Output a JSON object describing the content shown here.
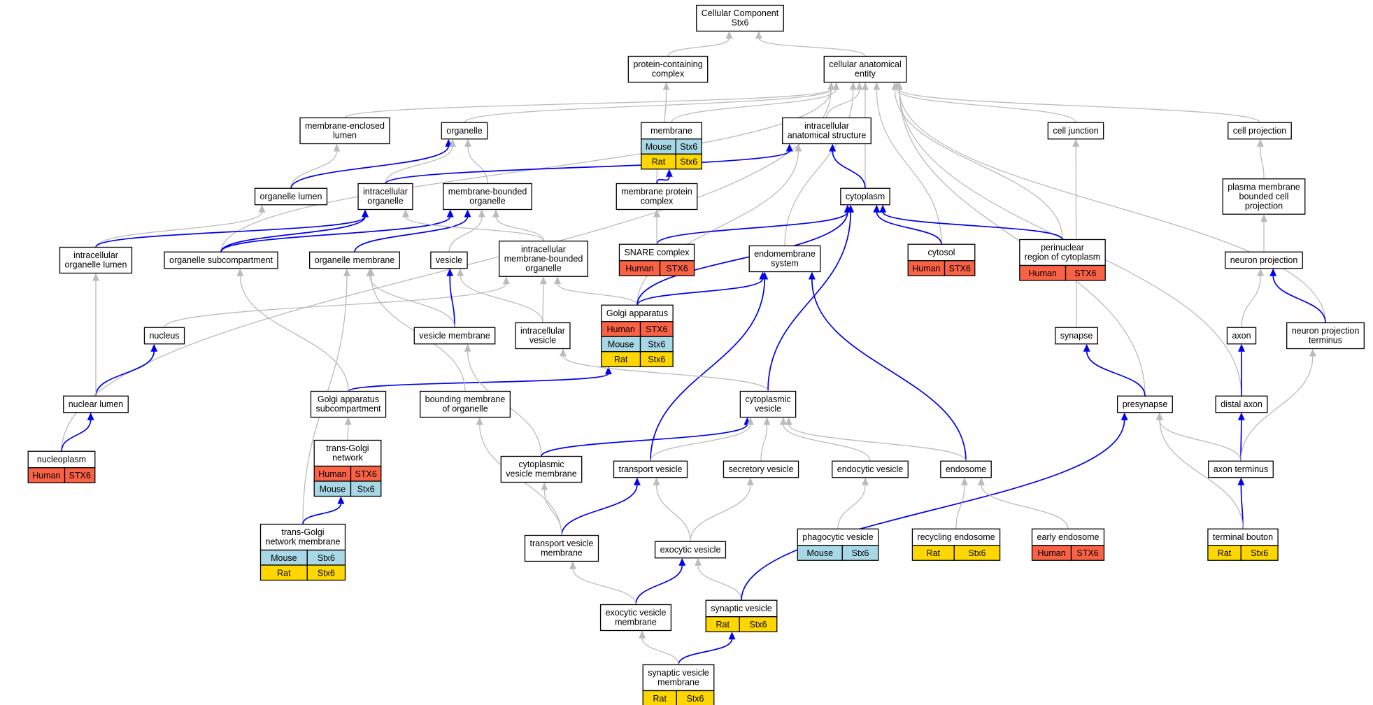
{
  "colors": {
    "gray_edge": "#bbbbbb",
    "blue_edge": "#0000ee",
    "Human": "#fa6246",
    "Mouse": "#a8d8e6",
    "Rat": "#ffd700"
  },
  "nodes": [
    {
      "id": "cc",
      "lines": [
        "Cellular Component",
        "Stx6"
      ]
    },
    {
      "id": "pcc",
      "lines": [
        "protein-containing",
        "complex"
      ]
    },
    {
      "id": "cae",
      "lines": [
        "cellular anatomical",
        "entity"
      ]
    },
    {
      "id": "mel",
      "lines": [
        "membrane-enclosed",
        "lumen"
      ]
    },
    {
      "id": "org",
      "lines": [
        "organelle"
      ]
    },
    {
      "id": "mem",
      "lines": [
        "membrane"
      ],
      "species": [
        [
          "Mouse",
          "Stx6"
        ],
        [
          "Rat",
          "Stx6"
        ]
      ]
    },
    {
      "id": "ias",
      "lines": [
        "intracellular",
        "anatomical structure"
      ]
    },
    {
      "id": "cj",
      "lines": [
        "cell junction"
      ]
    },
    {
      "id": "cp",
      "lines": [
        "cell projection"
      ]
    },
    {
      "id": "ol",
      "lines": [
        "organelle lumen"
      ]
    },
    {
      "id": "io",
      "lines": [
        "intracellular",
        "organelle"
      ]
    },
    {
      "id": "mbo",
      "lines": [
        "membrane-bounded",
        "organelle"
      ]
    },
    {
      "id": "mpc",
      "lines": [
        "membrane protein",
        "complex"
      ]
    },
    {
      "id": "cyt",
      "lines": [
        "cytoplasm"
      ]
    },
    {
      "id": "pmbcp",
      "lines": [
        "plasma membrane",
        "bounded cell",
        "projection"
      ]
    },
    {
      "id": "iol",
      "lines": [
        "intracellular",
        "organelle lumen"
      ]
    },
    {
      "id": "osc",
      "lines": [
        "organelle subcompartment"
      ]
    },
    {
      "id": "om",
      "lines": [
        "organelle membrane"
      ]
    },
    {
      "id": "ves",
      "lines": [
        "vesicle"
      ]
    },
    {
      "id": "imbo",
      "lines": [
        "intracellular",
        "membrane-bounded",
        "organelle"
      ]
    },
    {
      "id": "snare",
      "lines": [
        "SNARE complex"
      ],
      "species": [
        [
          "Human",
          "STX6"
        ]
      ]
    },
    {
      "id": "ems",
      "lines": [
        "endomembrane",
        "system"
      ]
    },
    {
      "id": "cytosol",
      "lines": [
        "cytosol"
      ],
      "species": [
        [
          "Human",
          "STX6"
        ]
      ]
    },
    {
      "id": "prc",
      "lines": [
        "perinuclear",
        "region of cytoplasm"
      ],
      "species": [
        [
          "Human",
          "STX6"
        ]
      ]
    },
    {
      "id": "np",
      "lines": [
        "neuron projection"
      ]
    },
    {
      "id": "nuc",
      "lines": [
        "nucleus"
      ]
    },
    {
      "id": "vm",
      "lines": [
        "vesicle membrane"
      ]
    },
    {
      "id": "iv",
      "lines": [
        "intracellular",
        "vesicle"
      ]
    },
    {
      "id": "golgi",
      "lines": [
        "Golgi apparatus"
      ],
      "species": [
        [
          "Human",
          "STX6"
        ],
        [
          "Mouse",
          "Stx6"
        ],
        [
          "Rat",
          "Stx6"
        ]
      ]
    },
    {
      "id": "syn",
      "lines": [
        "synapse"
      ]
    },
    {
      "id": "axon",
      "lines": [
        "axon"
      ]
    },
    {
      "id": "npt",
      "lines": [
        "neuron projection",
        "terminus"
      ]
    },
    {
      "id": "nl",
      "lines": [
        "nuclear lumen"
      ]
    },
    {
      "id": "gasc",
      "lines": [
        "Golgi apparatus",
        "subcompartment"
      ]
    },
    {
      "id": "bmo",
      "lines": [
        "bounding membrane",
        "of organelle"
      ]
    },
    {
      "id": "cv",
      "lines": [
        "cytoplasmic",
        "vesicle"
      ]
    },
    {
      "id": "pre",
      "lines": [
        "presynapse"
      ]
    },
    {
      "id": "da",
      "lines": [
        "distal axon"
      ]
    },
    {
      "id": "nucpl",
      "lines": [
        "nucleoplasm"
      ],
      "species": [
        [
          "Human",
          "STX6"
        ]
      ]
    },
    {
      "id": "tgn",
      "lines": [
        "trans-Golgi",
        "network"
      ],
      "species": [
        [
          "Human",
          "STX6"
        ],
        [
          "Mouse",
          "Stx6"
        ]
      ]
    },
    {
      "id": "cvm",
      "lines": [
        "cytoplasmic",
        "vesicle membrane"
      ]
    },
    {
      "id": "tv",
      "lines": [
        "transport vesicle"
      ]
    },
    {
      "id": "sv",
      "lines": [
        "secretory vesicle"
      ]
    },
    {
      "id": "ev",
      "lines": [
        "endocytic vesicle"
      ]
    },
    {
      "id": "endo",
      "lines": [
        "endosome"
      ]
    },
    {
      "id": "at",
      "lines": [
        "axon terminus"
      ]
    },
    {
      "id": "tgnm",
      "lines": [
        "trans-Golgi",
        "network membrane"
      ],
      "species": [
        [
          "Mouse",
          "Stx6"
        ],
        [
          "Rat",
          "Stx6"
        ]
      ]
    },
    {
      "id": "tvm",
      "lines": [
        "transport vesicle",
        "membrane"
      ]
    },
    {
      "id": "exv",
      "lines": [
        "exocytic vesicle"
      ]
    },
    {
      "id": "pv",
      "lines": [
        "phagocytic vesicle"
      ],
      "species": [
        [
          "Mouse",
          "Stx6"
        ]
      ]
    },
    {
      "id": "re",
      "lines": [
        "recycling endosome"
      ],
      "species": [
        [
          "Rat",
          "Stx6"
        ]
      ]
    },
    {
      "id": "ee",
      "lines": [
        "early endosome"
      ],
      "species": [
        [
          "Human",
          "STX6"
        ]
      ]
    },
    {
      "id": "tb",
      "lines": [
        "terminal bouton"
      ],
      "species": [
        [
          "Rat",
          "Stx6"
        ]
      ]
    },
    {
      "id": "evm",
      "lines": [
        "exocytic vesicle",
        "membrane"
      ]
    },
    {
      "id": "synv",
      "lines": [
        "synaptic vesicle"
      ],
      "species": [
        [
          "Rat",
          "Stx6"
        ]
      ]
    },
    {
      "id": "svm",
      "lines": [
        "synaptic vesicle",
        "membrane"
      ],
      "species": [
        [
          "Rat",
          "Stx6"
        ]
      ]
    }
  ],
  "edges": [
    {
      "from": "pcc",
      "to": "cc",
      "kind": "gray"
    },
    {
      "from": "cae",
      "to": "cc",
      "kind": "gray"
    },
    {
      "from": "mel",
      "to": "cae",
      "kind": "gray"
    },
    {
      "from": "mem",
      "to": "cae",
      "kind": "gray"
    },
    {
      "from": "ias",
      "to": "cae",
      "kind": "gray"
    },
    {
      "from": "cj",
      "to": "cae",
      "kind": "gray"
    },
    {
      "from": "cp",
      "to": "cae",
      "kind": "gray"
    },
    {
      "from": "org",
      "to": "cae",
      "kind": "gray"
    },
    {
      "from": "cyt",
      "to": "cae",
      "kind": "gray"
    },
    {
      "from": "cytosol",
      "to": "cae",
      "kind": "gray"
    },
    {
      "from": "prc",
      "to": "cae",
      "kind": "gray"
    },
    {
      "from": "ems",
      "to": "cae",
      "kind": "gray"
    },
    {
      "from": "osc",
      "to": "cae",
      "kind": "gray"
    },
    {
      "from": "nucpl",
      "to": "cae",
      "kind": "gray"
    },
    {
      "from": "pre",
      "to": "cae",
      "kind": "gray"
    },
    {
      "from": "da",
      "to": "cae",
      "kind": "gray"
    },
    {
      "from": "npt",
      "to": "cae",
      "kind": "gray"
    },
    {
      "from": "mpc",
      "to": "pcc",
      "kind": "gray"
    },
    {
      "from": "ol",
      "to": "mel",
      "kind": "gray"
    },
    {
      "from": "ol",
      "to": "org",
      "kind": "blue"
    },
    {
      "from": "io",
      "to": "org",
      "kind": "gray"
    },
    {
      "from": "mbo",
      "to": "org",
      "kind": "gray"
    },
    {
      "from": "io",
      "to": "ias",
      "kind": "blue"
    },
    {
      "from": "golgi",
      "to": "ias",
      "kind": "gray"
    },
    {
      "from": "mpc",
      "to": "mem",
      "kind": "blue"
    },
    {
      "from": "cyt",
      "to": "ias",
      "kind": "blue"
    },
    {
      "from": "cytosol",
      "to": "cyt",
      "kind": "blue"
    },
    {
      "from": "prc",
      "to": "cyt",
      "kind": "blue"
    },
    {
      "from": "snare",
      "to": "cyt",
      "kind": "blue"
    },
    {
      "from": "golgi",
      "to": "cyt",
      "kind": "blue"
    },
    {
      "from": "cv",
      "to": "cyt",
      "kind": "blue"
    },
    {
      "from": "snare",
      "to": "mpc",
      "kind": "gray"
    },
    {
      "from": "pmbcp",
      "to": "cp",
      "kind": "gray"
    },
    {
      "from": "np",
      "to": "pmbcp",
      "kind": "gray"
    },
    {
      "from": "iol",
      "to": "ol",
      "kind": "gray"
    },
    {
      "from": "iol",
      "to": "io",
      "kind": "blue"
    },
    {
      "from": "osc",
      "to": "io",
      "kind": "blue"
    },
    {
      "from": "osc",
      "to": "mbo",
      "kind": "blue"
    },
    {
      "from": "om",
      "to": "mbo",
      "kind": "blue"
    },
    {
      "from": "ves",
      "to": "mbo",
      "kind": "gray"
    },
    {
      "from": "imbo",
      "to": "mbo",
      "kind": "gray"
    },
    {
      "from": "imbo",
      "to": "io",
      "kind": "gray"
    },
    {
      "from": "nuc",
      "to": "imbo",
      "kind": "gray"
    },
    {
      "from": "golgi",
      "to": "imbo",
      "kind": "gray"
    },
    {
      "from": "iv",
      "to": "imbo",
      "kind": "gray"
    },
    {
      "from": "iv",
      "to": "ves",
      "kind": "gray"
    },
    {
      "from": "vm",
      "to": "ves",
      "kind": "blue"
    },
    {
      "from": "vm",
      "to": "om",
      "kind": "gray"
    },
    {
      "from": "golgi",
      "to": "ems",
      "kind": "blue"
    },
    {
      "from": "tv",
      "to": "ems",
      "kind": "blue"
    },
    {
      "from": "endo",
      "to": "ems",
      "kind": "blue"
    },
    {
      "from": "nl",
      "to": "nuc",
      "kind": "blue"
    },
    {
      "from": "nl",
      "to": "iol",
      "kind": "gray"
    },
    {
      "from": "nucpl",
      "to": "nl",
      "kind": "blue"
    },
    {
      "from": "gasc",
      "to": "golgi",
      "kind": "blue"
    },
    {
      "from": "gasc",
      "to": "osc",
      "kind": "gray"
    },
    {
      "from": "bmo",
      "to": "om",
      "kind": "gray"
    },
    {
      "from": "tgnm",
      "to": "om",
      "kind": "gray"
    },
    {
      "from": "tgn",
      "to": "gasc",
      "kind": "gray"
    },
    {
      "from": "tgnm",
      "to": "tgn",
      "kind": "blue"
    },
    {
      "from": "cv",
      "to": "iv",
      "kind": "gray"
    },
    {
      "from": "cvm",
      "to": "vm",
      "kind": "gray"
    },
    {
      "from": "cvm",
      "to": "cv",
      "kind": "blue"
    },
    {
      "from": "tv",
      "to": "cv",
      "kind": "gray"
    },
    {
      "from": "sv",
      "to": "cv",
      "kind": "gray"
    },
    {
      "from": "ev",
      "to": "cv",
      "kind": "gray"
    },
    {
      "from": "endo",
      "to": "cv",
      "kind": "gray"
    },
    {
      "from": "tvm",
      "to": "tv",
      "kind": "blue"
    },
    {
      "from": "tvm",
      "to": "cvm",
      "kind": "gray"
    },
    {
      "from": "tvm",
      "to": "bmo",
      "kind": "gray"
    },
    {
      "from": "exv",
      "to": "tv",
      "kind": "gray"
    },
    {
      "from": "exv",
      "to": "sv",
      "kind": "gray"
    },
    {
      "from": "evm",
      "to": "exv",
      "kind": "blue"
    },
    {
      "from": "evm",
      "to": "tvm",
      "kind": "gray"
    },
    {
      "from": "synv",
      "to": "exv",
      "kind": "gray"
    },
    {
      "from": "synv",
      "to": "pre",
      "kind": "blue"
    },
    {
      "from": "svm",
      "to": "synv",
      "kind": "blue"
    },
    {
      "from": "svm",
      "to": "evm",
      "kind": "gray"
    },
    {
      "from": "pv",
      "to": "ev",
      "kind": "gray"
    },
    {
      "from": "re",
      "to": "endo",
      "kind": "gray"
    },
    {
      "from": "ee",
      "to": "endo",
      "kind": "gray"
    },
    {
      "from": "syn",
      "to": "cj",
      "kind": "gray"
    },
    {
      "from": "pre",
      "to": "syn",
      "kind": "blue"
    },
    {
      "from": "at",
      "to": "pre",
      "kind": "gray"
    },
    {
      "from": "at",
      "to": "da",
      "kind": "blue"
    },
    {
      "from": "at",
      "to": "npt",
      "kind": "gray"
    },
    {
      "from": "tb",
      "to": "at",
      "kind": "blue"
    },
    {
      "from": "tb",
      "to": "pre",
      "kind": "gray"
    },
    {
      "from": "da",
      "to": "axon",
      "kind": "blue"
    },
    {
      "from": "axon",
      "to": "np",
      "kind": "gray"
    },
    {
      "from": "npt",
      "to": "np",
      "kind": "blue"
    }
  ]
}
